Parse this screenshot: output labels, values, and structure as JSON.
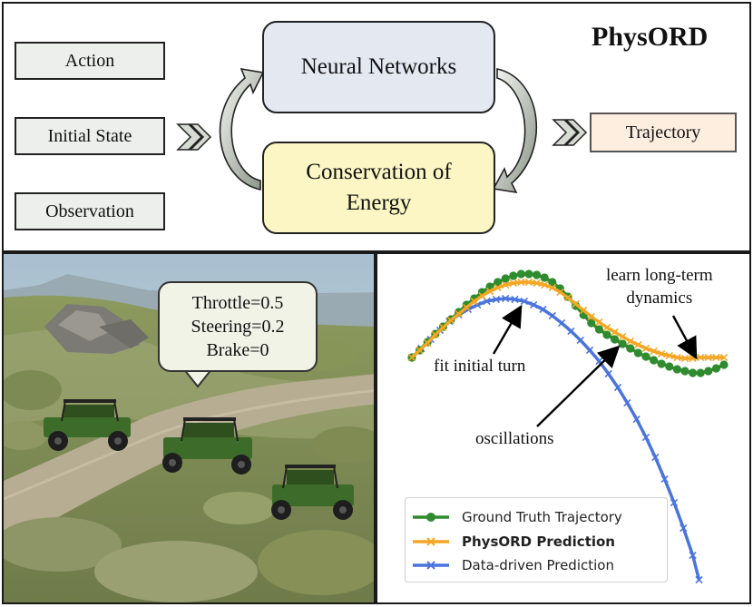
{
  "title": "PhysORD",
  "inputs": {
    "action": "Action",
    "initial_state": "Initial State",
    "observation": "Observation"
  },
  "core": {
    "neural_networks": "Neural Networks",
    "conservation_line1": "Conservation of",
    "conservation_line2": "Energy"
  },
  "output": {
    "trajectory": "Trajectory"
  },
  "controls": {
    "throttle": "Throttle=0.5",
    "steering": "Steering=0.2",
    "brake": "Brake=0"
  },
  "annotations": {
    "long_term_line1": "learn long-term",
    "long_term_line2": "dynamics",
    "fit_initial_turn": "fit initial turn",
    "oscillations": "oscillations"
  },
  "legend": {
    "ground_truth": "Ground Truth Trajectory",
    "physord": "PhysORD Prediction",
    "data_driven": "Data-driven Prediction"
  },
  "colors": {
    "ground_truth": "#2e8b2e",
    "physord": "#f5a623",
    "data_driven": "#4a74dd"
  },
  "chart_data": {
    "type": "line",
    "series": [
      {
        "name": "Ground Truth Trajectory",
        "x": [
          0,
          2.5,
          5,
          7.5,
          10,
          12.5,
          15,
          17.5,
          20,
          22.5,
          25,
          27.5,
          30,
          32.5,
          35,
          37.5,
          40,
          42.5,
          45,
          47.5,
          50,
          52.5,
          55,
          57.5,
          60,
          62.5,
          65,
          67.5,
          70,
          72.5,
          75,
          77.5,
          80,
          82.5,
          85,
          87.5,
          90,
          92.5,
          95,
          97.5,
          100
        ],
        "y": [
          0,
          8,
          17,
          26,
          34,
          42,
          50,
          58,
          65,
          72,
          78,
          83,
          87,
          90,
          92,
          92,
          91,
          88,
          83,
          76,
          67,
          57,
          47,
          38,
          31,
          25,
          20,
          15,
          10,
          5,
          1,
          -3,
          -7,
          -10,
          -13,
          -15,
          -17,
          -17,
          -15,
          -12,
          -8
        ]
      },
      {
        "name": "PhysORD Prediction",
        "x": [
          0,
          2.5,
          5,
          7.5,
          10,
          12.5,
          15,
          17.5,
          20,
          22.5,
          25,
          27.5,
          30,
          32.5,
          35,
          37.5,
          40,
          42.5,
          45,
          47.5,
          50,
          52.5,
          55,
          57.5,
          60,
          62.5,
          65,
          67.5,
          70,
          72.5,
          75,
          77.5,
          80,
          82.5,
          85,
          87.5,
          90,
          92.5,
          95,
          97.5,
          100
        ],
        "y": [
          0,
          8,
          16,
          25,
          33,
          41,
          48,
          55,
          62,
          68,
          73,
          77,
          80,
          82,
          83,
          83,
          82,
          80,
          77,
          72,
          66,
          59,
          52,
          45,
          39,
          33,
          28,
          23,
          18,
          14,
          10,
          7,
          4,
          2,
          0,
          -1,
          -1,
          0,
          0,
          0,
          0
        ]
      },
      {
        "name": "Data-driven Prediction",
        "x": [
          0,
          3,
          6,
          9,
          12,
          15,
          18,
          21,
          24,
          27,
          30,
          33,
          36,
          39,
          42,
          45,
          48,
          51,
          54,
          57,
          60,
          63,
          66,
          69,
          72,
          75,
          78,
          81,
          84,
          87,
          90,
          92
        ],
        "y": [
          0,
          10,
          20,
          30,
          40,
          47,
          53,
          58,
          62,
          64,
          65,
          64,
          62,
          58,
          53,
          46,
          38,
          29,
          19,
          8,
          -4,
          -18,
          -33,
          -50,
          -68,
          -88,
          -110,
          -134,
          -160,
          -188,
          -218,
          -245
        ]
      }
    ]
  }
}
